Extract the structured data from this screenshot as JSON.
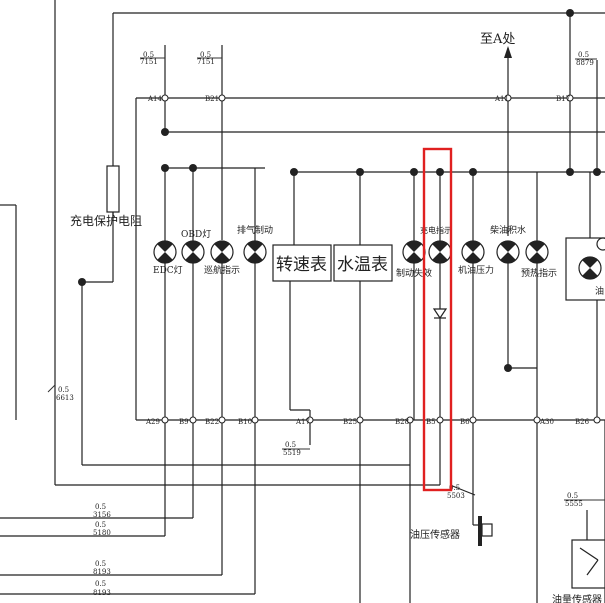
{
  "title": "",
  "components": {
    "charge_resistor": "充电保护电阻",
    "to_a": "至A处",
    "tacho": "转速表",
    "water_temp": "水温表",
    "oil_sensor": "油压传感器",
    "fuel_sensor": "油量传感器"
  },
  "lamps": {
    "edc": "EDC灯",
    "obd": "OBD灯",
    "cruise": "巡航指示",
    "exhaust_brake": "排气制动",
    "brake_fail": "制动失效",
    "charge": "充电指示",
    "oil_pressure": "机油压力",
    "water_in_fuel": "柴油积水",
    "preheat": "预热指示",
    "right_partial": "油"
  },
  "pins": {
    "a14": "A14",
    "b21": "B21",
    "a11": "A11",
    "b17": "B17",
    "a29": "A29",
    "b9": "B9",
    "b22": "B22",
    "b10": "B10",
    "a17": "A17",
    "b25": "B25",
    "b28": "B28",
    "b5": "B5",
    "b6": "B6",
    "a30": "A30",
    "b26": "B26"
  },
  "wires": {
    "w7151a_gauge": "0.5",
    "w7151a_num": "7151",
    "w7151b_gauge": "0.5",
    "w7151b_num": "7151",
    "w8879_gauge": "0.5",
    "w8879_num": "8879",
    "w6613_gauge": "0.5",
    "w6613_num": "6613",
    "w5519_gauge": "0.5",
    "w5519_num": "5519",
    "w5503_gauge": "0.5",
    "w5503_num": "5503",
    "w5555_gauge": "0.5",
    "w5555_num": "5555",
    "w3156_gauge": "0.5",
    "w3156_num": "3156",
    "w5180_gauge": "0.5",
    "w5180_num": "5180",
    "w8193a_gauge": "0.5",
    "w8193a_num": "8193",
    "w8193b_gauge": "0.5",
    "w8193b_num": "8193"
  },
  "colors": {
    "highlight": "#e02020",
    "line": "#222222"
  }
}
